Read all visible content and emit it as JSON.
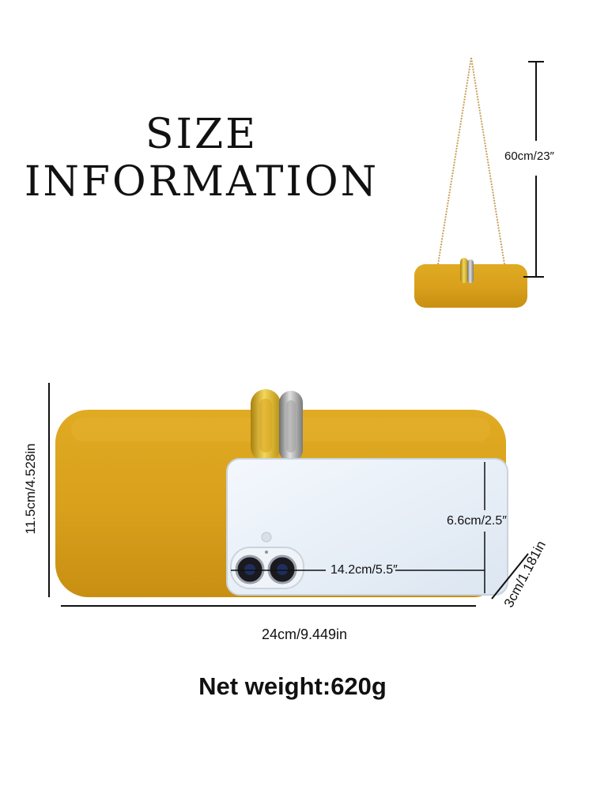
{
  "header": {
    "title_line1": "SIZE",
    "title_line2": "INFORMATION"
  },
  "strap": {
    "length_label": "60cm/23″"
  },
  "dimensions": {
    "height_label": "11.5cm/4.528in",
    "width_label": "24cm/9.449in",
    "depth_label": "3cm/1.181in",
    "phone_height_label": "6.6cm/2.5″",
    "phone_width_label": "14.2cm/5.5″"
  },
  "weight": {
    "label": "Net weight:620g"
  },
  "colors": {
    "bag_mustard": "#D9A21F",
    "phone_white": "#E9F1F9",
    "ring_gold": "#D4AE2A",
    "ring_silver": "#9C9C9C",
    "chain_gold": "#C8A15A"
  }
}
